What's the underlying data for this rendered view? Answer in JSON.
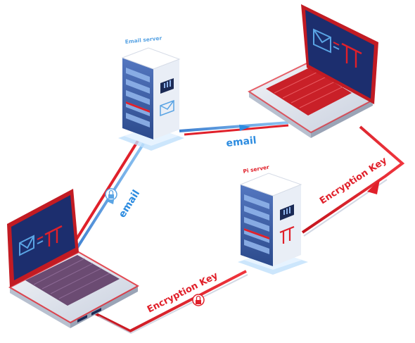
{
  "labels": {
    "email_server": "Email server",
    "pi_server": "Pi server",
    "email_top": "email",
    "email_left": "email",
    "encryption_key_bottom": "Encryption Key",
    "encryption_key_right": "Encryption Key"
  },
  "colors": {
    "red": "#e0202a",
    "blue": "#5aa4e4",
    "navy": "#1b2a55",
    "screen": "#1c2e6e",
    "server_body": "#3b5fa8",
    "server_side": "#e9eef6",
    "base_glow": "#bfe0fb"
  },
  "icons": {
    "sender_screen": [
      "envelope-icon",
      "exchange-arrows-icon",
      "pi-symbol-icon"
    ],
    "receiver_screen": [
      "envelope-icon",
      "exchange-arrows-icon",
      "pi-symbol-icon"
    ],
    "email_server_side": [
      "bar-chart-icon",
      "envelope-icon"
    ],
    "pi_server_side": [
      "bar-chart-icon",
      "pi-symbol-icon"
    ],
    "lock_badges": [
      "lock-icon",
      "lock-icon"
    ]
  }
}
